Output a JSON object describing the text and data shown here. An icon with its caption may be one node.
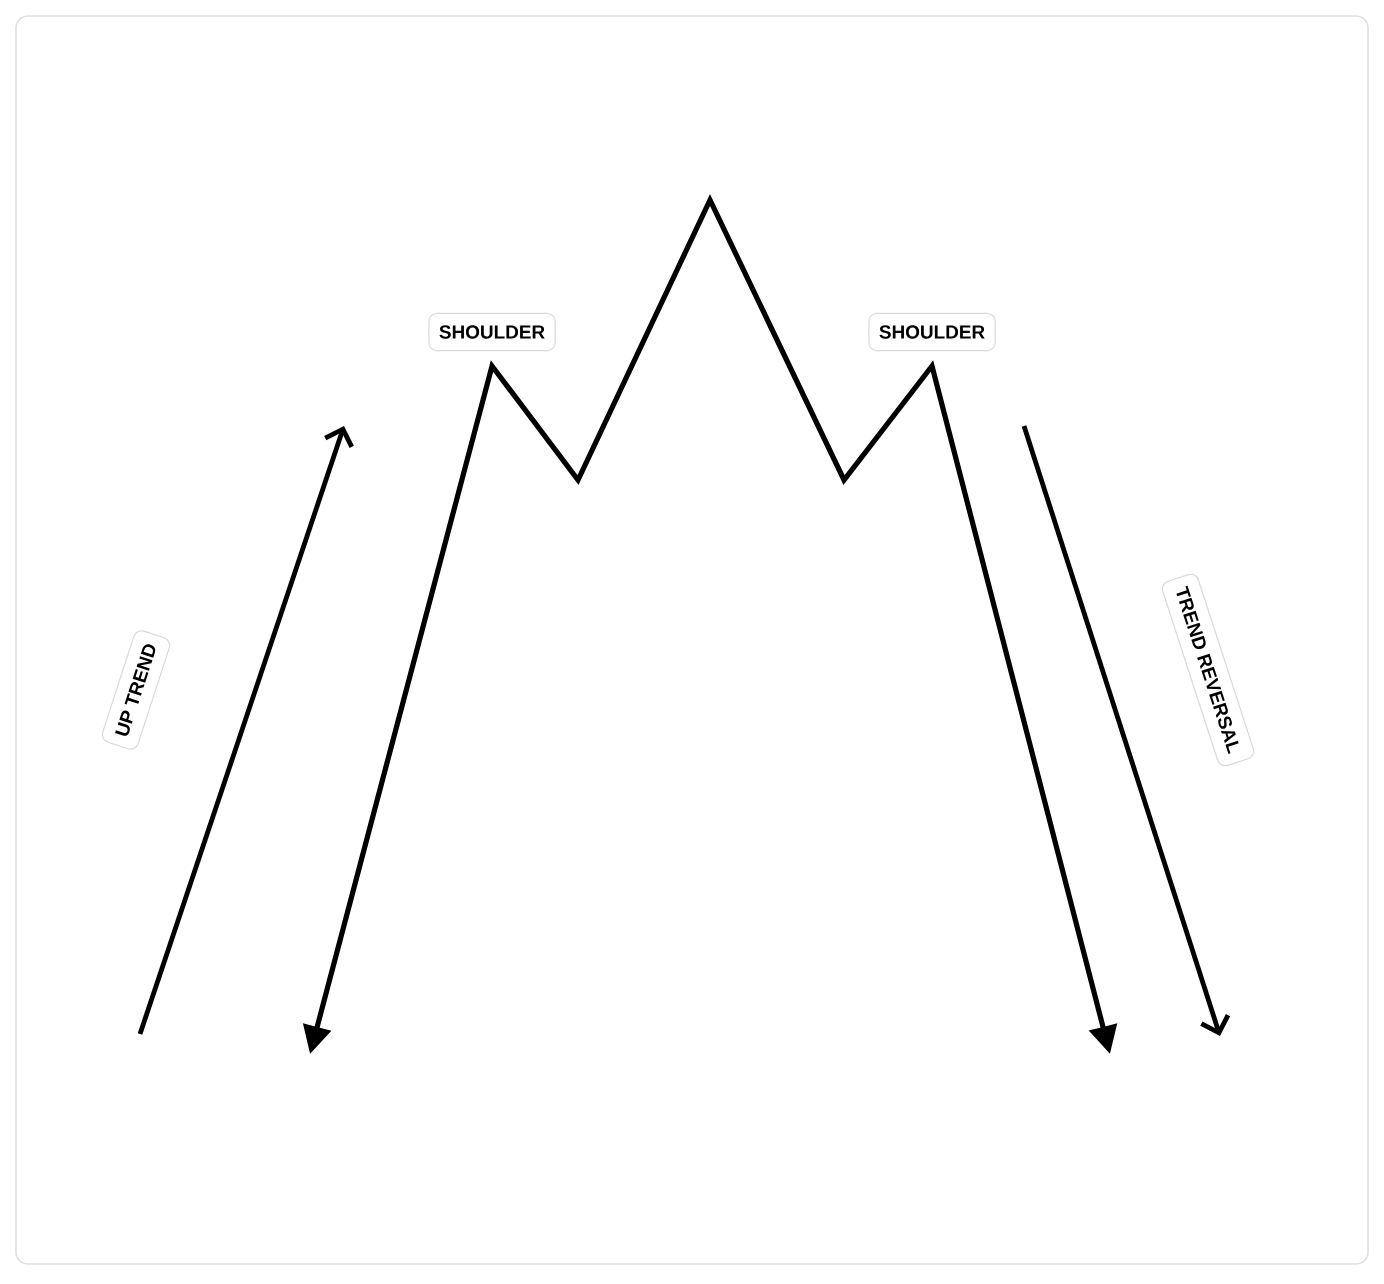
{
  "diagram": {
    "labels": [
      "SHOULDER",
      "SHOULDER",
      "UP TREND",
      "TREND REVERSAL"
    ]
  }
}
